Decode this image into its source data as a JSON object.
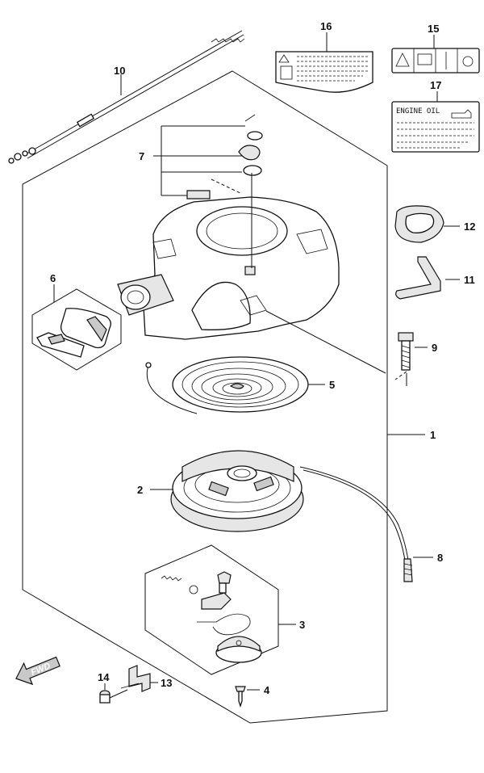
{
  "diagram": {
    "callouts": [
      {
        "id": "1",
        "label": "1"
      },
      {
        "id": "2",
        "label": "2"
      },
      {
        "id": "3",
        "label": "3"
      },
      {
        "id": "4",
        "label": "4"
      },
      {
        "id": "5",
        "label": "5"
      },
      {
        "id": "6",
        "label": "6"
      },
      {
        "id": "7",
        "label": "7"
      },
      {
        "id": "8",
        "label": "8"
      },
      {
        "id": "9",
        "label": "9"
      },
      {
        "id": "10",
        "label": "10"
      },
      {
        "id": "11",
        "label": "11"
      },
      {
        "id": "12",
        "label": "12"
      },
      {
        "id": "13",
        "label": "13"
      },
      {
        "id": "14",
        "label": "14"
      },
      {
        "id": "15",
        "label": "15"
      },
      {
        "id": "16",
        "label": "16"
      },
      {
        "id": "17",
        "label": "17"
      }
    ],
    "engine_oil_label": "ENGINE OIL",
    "direction_badge": "FWD",
    "colors": {
      "line": "#111111",
      "background": "#ffffff",
      "shade": "#c9c9c9"
    }
  }
}
